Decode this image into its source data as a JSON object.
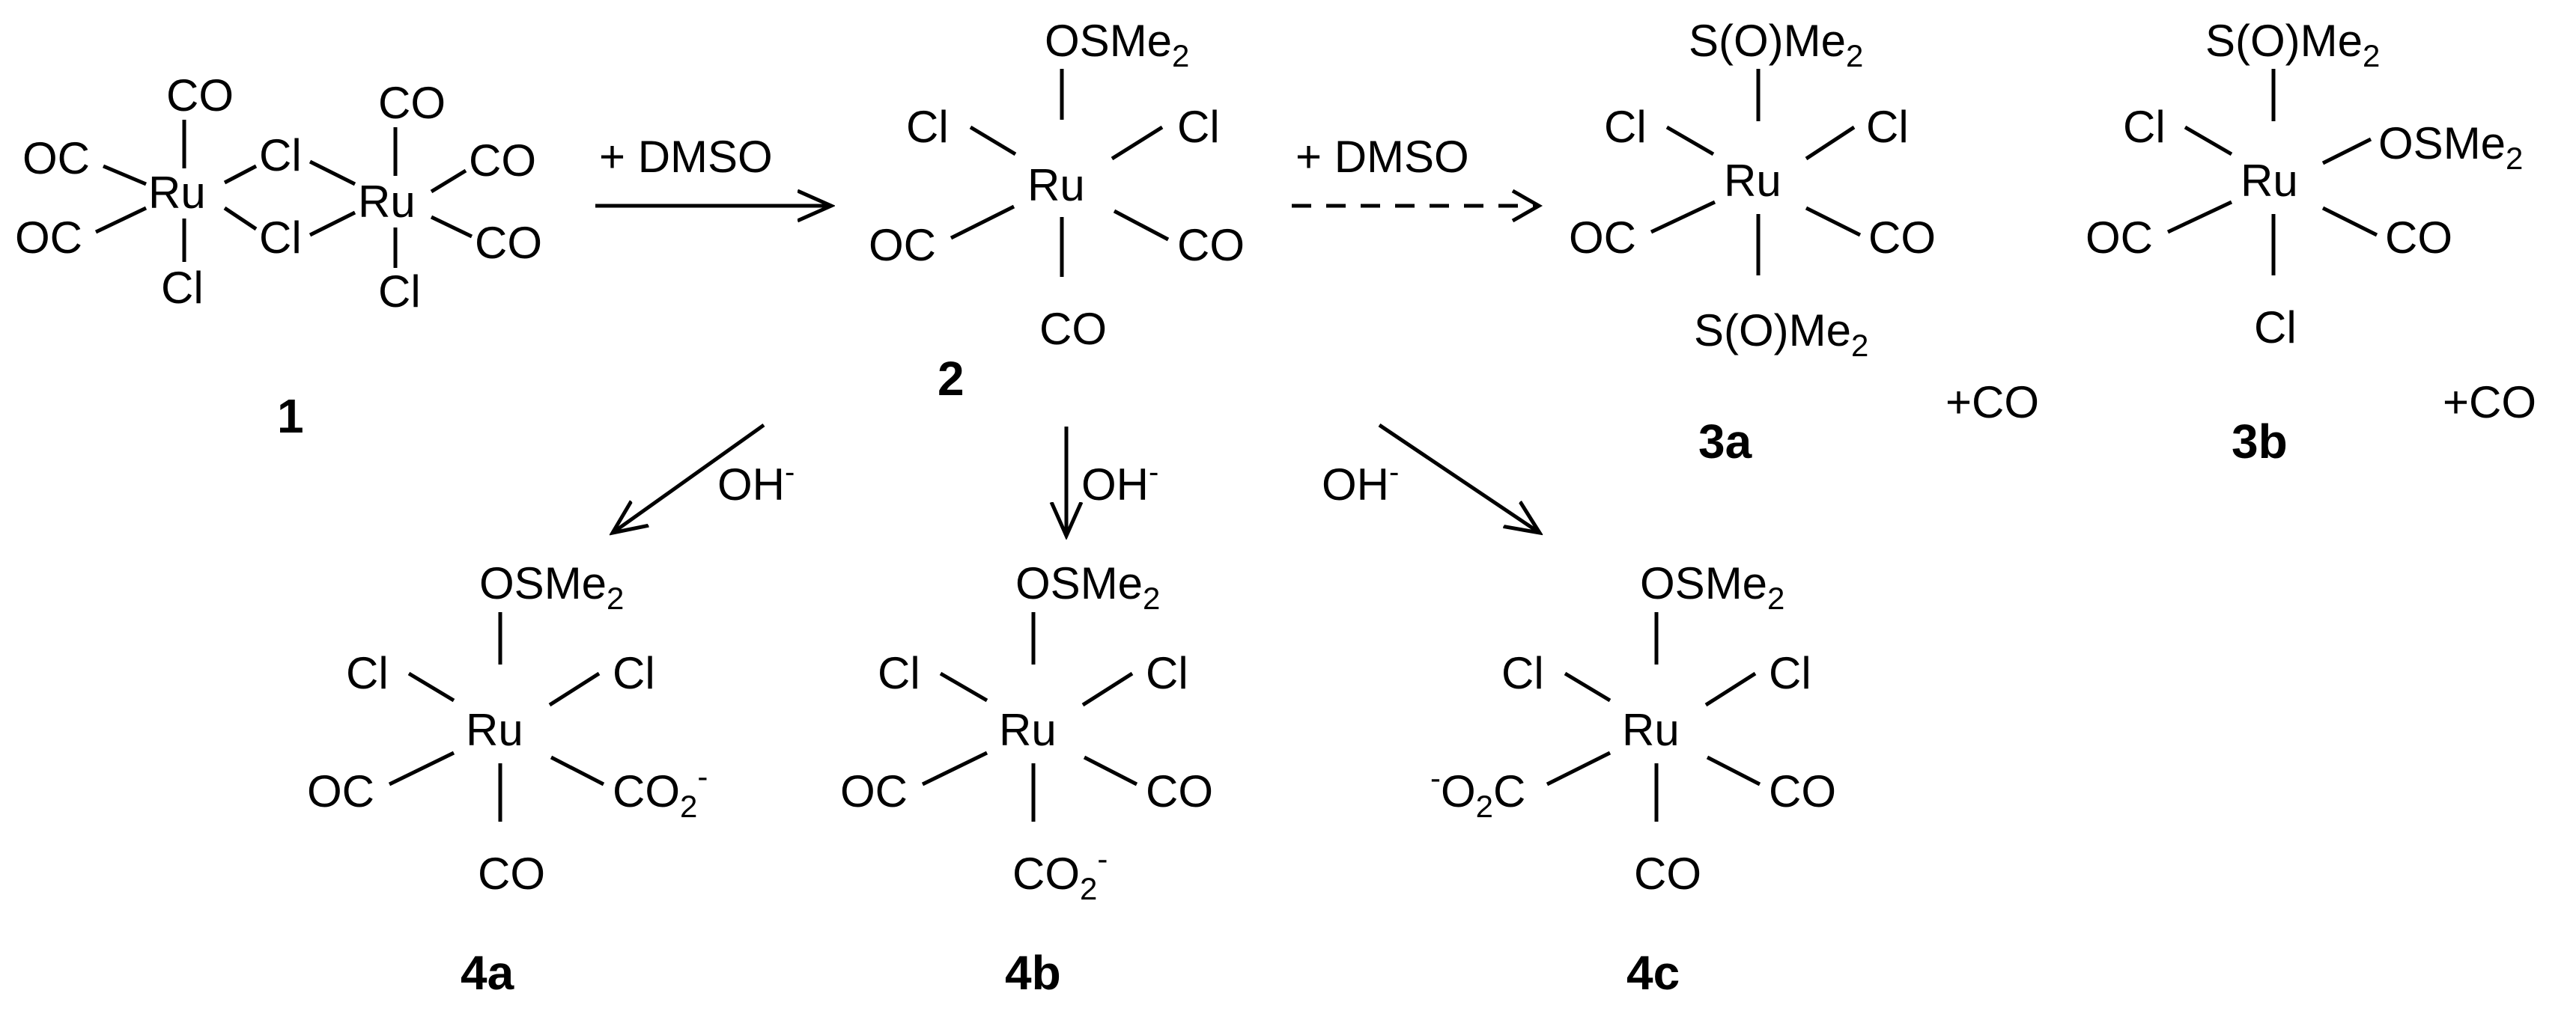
{
  "atoms": {
    "ru": "Ru",
    "co": "CO",
    "oc": "OC",
    "cl": "Cl",
    "osme": "OSMe",
    "sme": "S(O)Me",
    "co2": "CO",
    "o2c": "O",
    "o2c_c": "C",
    "sub2": "2",
    "minus": "-"
  },
  "compounds": {
    "c1": "1",
    "c2": "2",
    "c3a": "3a",
    "c3b": "3b",
    "c4a": "4a",
    "c4b": "4b",
    "c4c": "4c"
  },
  "reagents": {
    "dmso": "+ DMSO",
    "oh": "OH",
    "oh_sup": "-",
    "plus_co": "+CO"
  },
  "arrows": [
    {
      "from": "1",
      "to": "2",
      "style": "solid"
    },
    {
      "from": "2",
      "to": "3a",
      "style": "dashed"
    },
    {
      "from": "2",
      "to": "4a",
      "style": "solid"
    },
    {
      "from": "2",
      "to": "4b",
      "style": "solid"
    },
    {
      "from": "2",
      "to": "4c",
      "style": "solid"
    }
  ]
}
